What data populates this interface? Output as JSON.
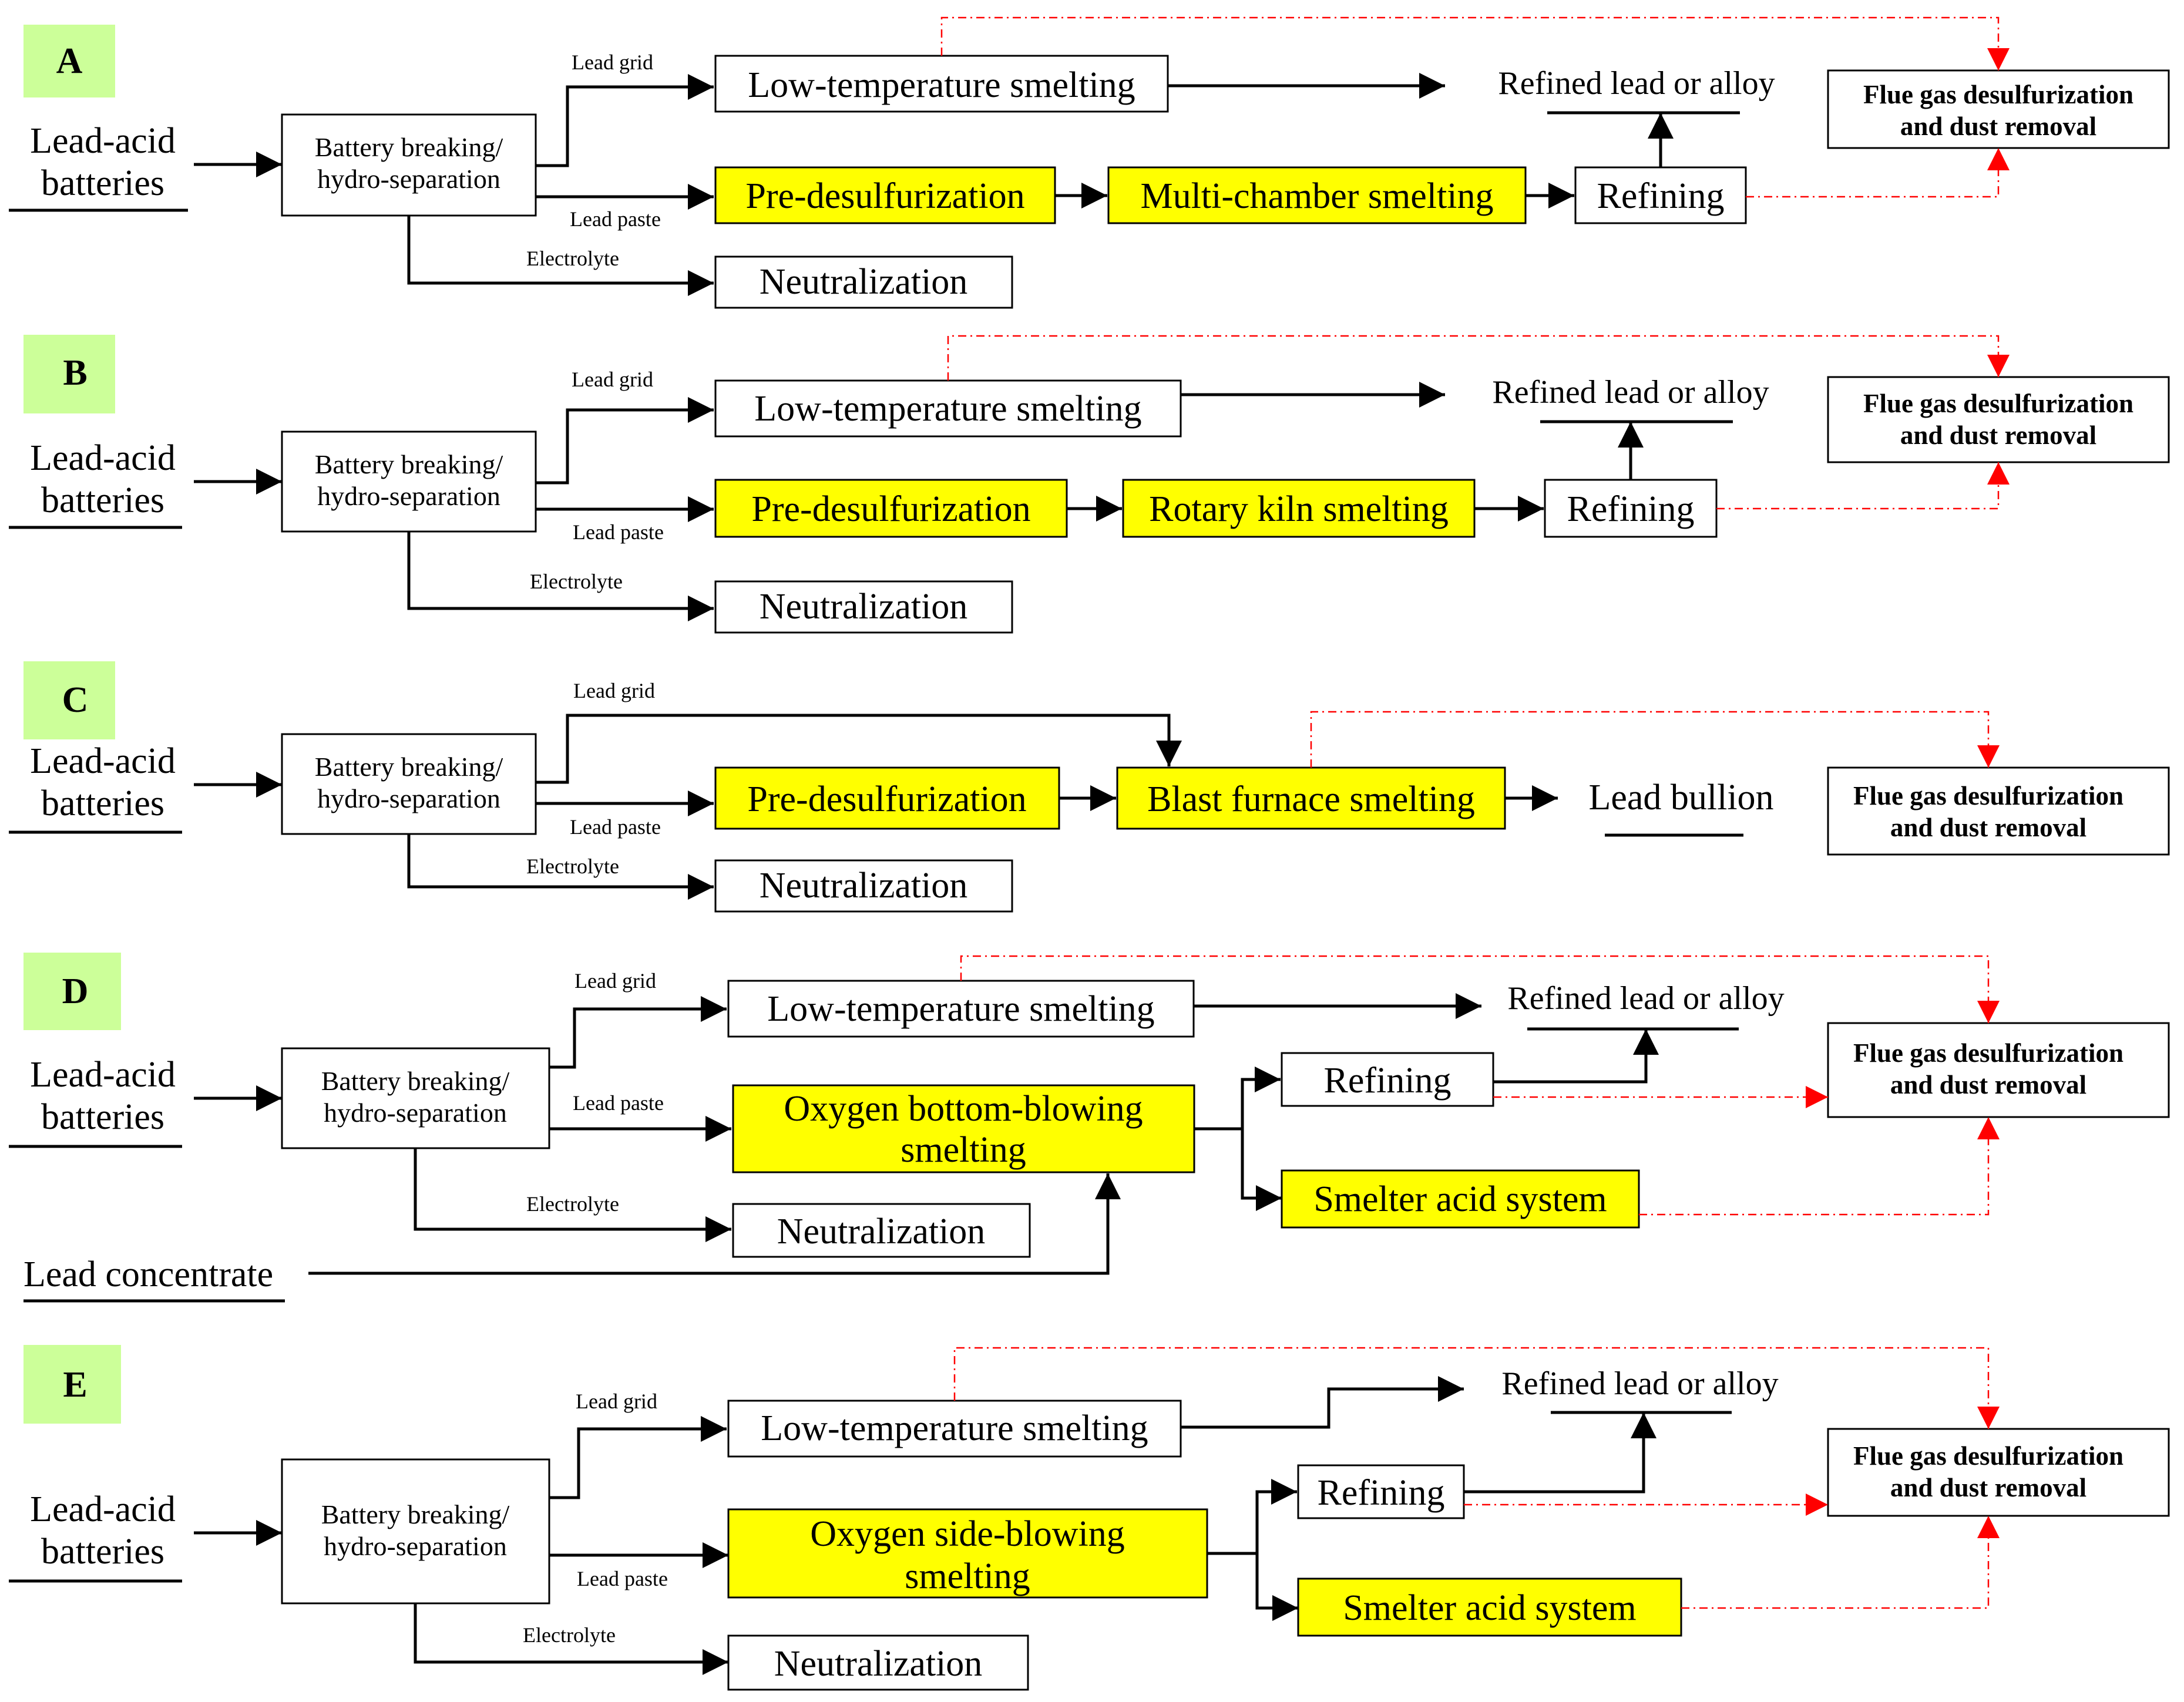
{
  "panels": [
    {
      "id": "A",
      "input": [
        "Lead-acid",
        "batteries"
      ],
      "breaking": [
        "Battery breaking/",
        "hydro-separation"
      ],
      "grid_label": "Lead grid",
      "paste_label": "Lead paste",
      "electrolyte_label": "Electrolyte",
      "low_temp": "Low-temperature smelting",
      "pre_desulf": "Pre-desulfurization",
      "smelting": "Multi-chamber smelting",
      "refining": "Refining",
      "product": "Refined lead or alloy",
      "neutralization": "Neutralization",
      "flue": [
        "Flue gas desulfurization",
        "and dust removal"
      ]
    },
    {
      "id": "B",
      "input": [
        "Lead-acid",
        "batteries"
      ],
      "breaking": [
        "Battery breaking/",
        "hydro-separation"
      ],
      "grid_label": "Lead grid",
      "paste_label": "Lead paste",
      "electrolyte_label": "Electrolyte",
      "low_temp": "Low-temperature smelting",
      "pre_desulf": "Pre-desulfurization",
      "smelting": "Rotary kiln smelting",
      "refining": "Refining",
      "product": "Refined lead or alloy",
      "neutralization": "Neutralization",
      "flue": [
        "Flue gas desulfurization",
        "and dust removal"
      ]
    },
    {
      "id": "C",
      "input": [
        "Lead-acid",
        "batteries"
      ],
      "breaking": [
        "Battery breaking/",
        "hydro-separation"
      ],
      "grid_label": "Lead grid",
      "paste_label": "Lead paste",
      "electrolyte_label": "Electrolyte",
      "pre_desulf": "Pre-desulfurization",
      "smelting": "Blast furnace smelting",
      "product": "Lead bullion",
      "neutralization": "Neutralization",
      "flue": [
        "Flue gas desulfurization",
        "and dust removal"
      ]
    },
    {
      "id": "D",
      "input": [
        "Lead-acid",
        "batteries"
      ],
      "breaking": [
        "Battery breaking/",
        "hydro-separation"
      ],
      "grid_label": "Lead grid",
      "paste_label": "Lead paste",
      "electrolyte_label": "Electrolyte",
      "low_temp": "Low-temperature smelting",
      "smelting": [
        "Oxygen bottom-blowing",
        "smelting"
      ],
      "refining": "Refining",
      "acid": "Smelter acid system",
      "product": "Refined lead or alloy",
      "neutralization": "Neutralization",
      "concentrate": "Lead concentrate",
      "flue": [
        "Flue gas desulfurization",
        "and dust removal"
      ]
    },
    {
      "id": "E",
      "input": [
        "Lead-acid",
        "batteries"
      ],
      "breaking": [
        "Battery breaking/",
        "hydro-separation"
      ],
      "grid_label": "Lead grid",
      "paste_label": "Lead paste",
      "electrolyte_label": "Electrolyte",
      "low_temp": "Low-temperature smelting",
      "smelting": [
        "Oxygen side-blowing",
        "smelting"
      ],
      "refining": "Refining",
      "acid": "Smelter acid system",
      "product": "Refined lead or alloy",
      "neutralization": "Neutralization",
      "flue": [
        "Flue gas desulfurization",
        "and dust removal"
      ]
    }
  ],
  "colors": {
    "highlight": "#ffff00",
    "panel_tag": "#ccff99",
    "flue_gas_line": "#ff0000",
    "flow_line": "#000000"
  }
}
